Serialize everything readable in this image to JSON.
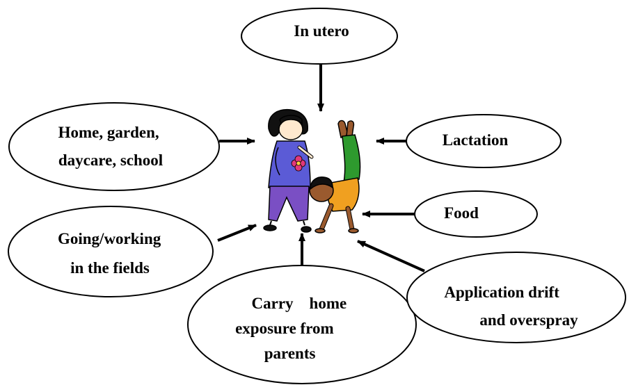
{
  "diagram": {
    "nodes": {
      "in_utero": {
        "lines": [
          "In utero"
        ]
      },
      "lactation": {
        "lines": [
          "Lactation"
        ]
      },
      "home": {
        "lines": [
          "Home, garden,",
          "daycare, school"
        ]
      },
      "food": {
        "lines": [
          "Food"
        ]
      },
      "fields": {
        "lines": [
          "Going/working",
          "in the fields"
        ]
      },
      "carry_home": {
        "lines": [
          "Carry    home",
          "exposure from",
          "parents"
        ]
      },
      "drift": {
        "lines": [
          "Application drift",
          "and overspray"
        ]
      }
    },
    "center": {
      "icon": "children-playing-icon"
    },
    "colors": {
      "stroke": "#000000",
      "girl_shirt": "#5b5bd6",
      "girl_pants": "#7a4fc4",
      "flower": "#e2387a",
      "boy_shirt": "#f0a020",
      "boy_pants": "#2e9a2e",
      "skin": "#9a5a2e"
    }
  }
}
